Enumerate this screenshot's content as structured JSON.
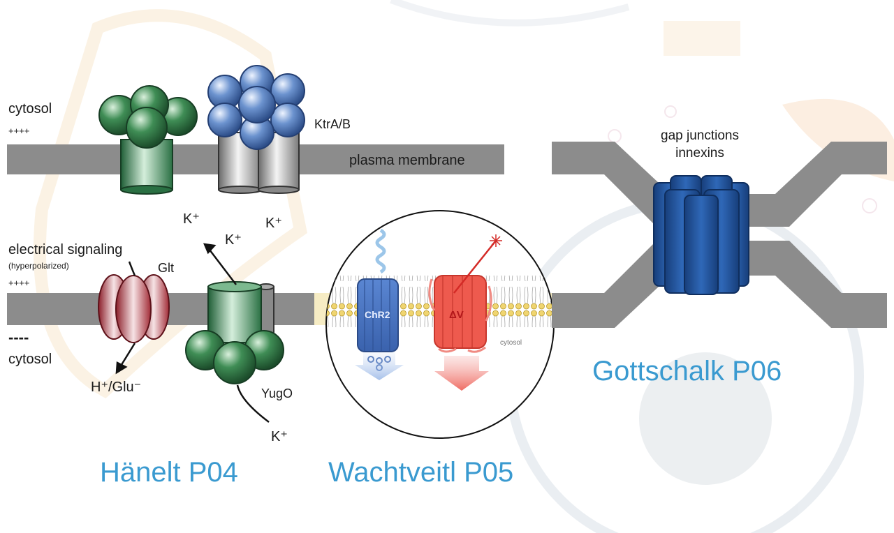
{
  "left_panel": {
    "cytosol_top": "cytosol",
    "charge_top": "++++",
    "ktr_label": "KtrA/B",
    "membrane_label": "plasma membrane",
    "k_plus_a": "K⁺",
    "k_plus_b": "K⁺",
    "k_plus_c": "K⁺",
    "signaling_label": "electrical signaling",
    "hyperpolarized_label": "(hyperpolarized)",
    "charge_mid": "++++",
    "glt_label": "Glt",
    "charge_neg": "----",
    "cytosol_bottom": "cytosol",
    "h_glu_label": "H⁺/Glu⁻",
    "yugo_label": "YugO",
    "k_plus_d": "K⁺",
    "title": "Hänelt P04"
  },
  "middle_panel": {
    "chr2_label": "ChR2",
    "delta_v_label": "ΔV",
    "cytosol_label": "cytosol",
    "title": "Wachtveitl P05"
  },
  "right_panel": {
    "gap_line1": "gap junctions",
    "gap_line2": "innexins",
    "title": "Gottschalk P06"
  },
  "colors": {
    "membrane": "#8c8c8c",
    "title_blue": "#3a9ad0",
    "green_protein": "#2f7a45",
    "blue_protein": "#5a86c4",
    "red_protein": "#b63b45",
    "innexin_blue": "#1f4f96",
    "chr2_blue": "#4a78c6",
    "voltage_red": "#ee5a4e"
  }
}
